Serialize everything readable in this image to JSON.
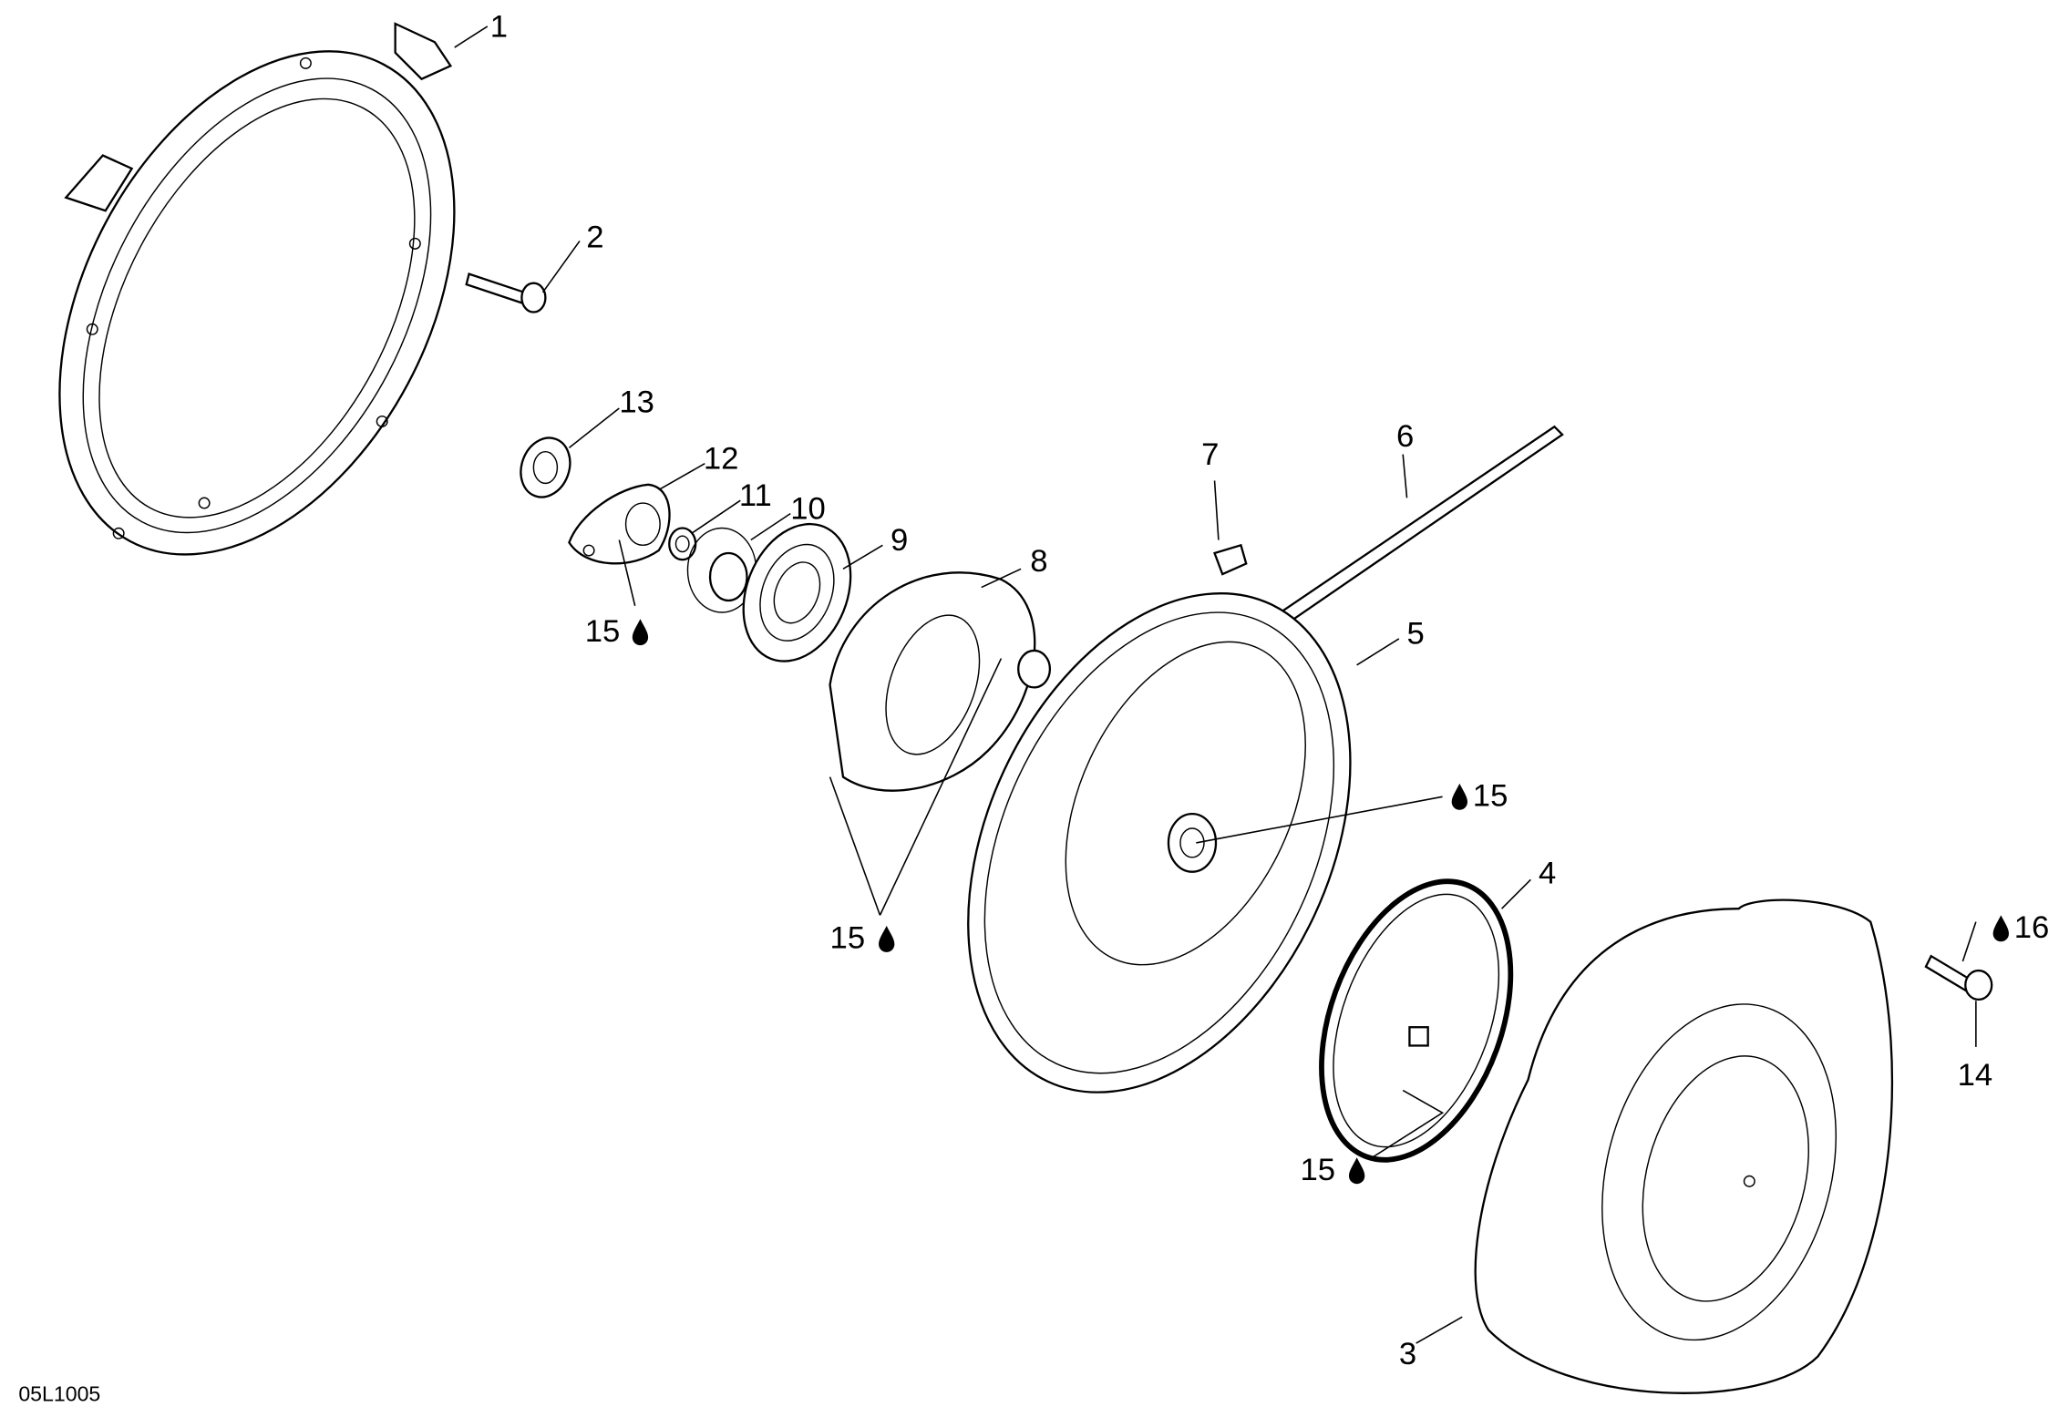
{
  "diagram": {
    "code": "05L1005",
    "callouts": {
      "c1": "1",
      "c2": "2",
      "c3": "3",
      "c4": "4",
      "c5": "5",
      "c6": "6",
      "c7": "7",
      "c8": "8",
      "c9": "9",
      "c10": "10",
      "c11": "11",
      "c12": "12",
      "c13": "13",
      "c14": "14",
      "c15a": "15",
      "c15b": "15",
      "c15c": "15",
      "c15d": "15",
      "c16": "16"
    },
    "icons": {
      "lubricant": "oil-drop-icon"
    }
  }
}
